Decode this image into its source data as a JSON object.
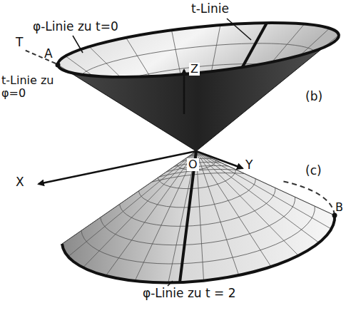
{
  "diagram": {
    "labels": [
      "t-Linie",
      "φ-Linie zu t=0",
      "A",
      "T",
      "t-Linie zu φ=0",
      "Z",
      "(b)",
      "O",
      "Y",
      "(c)",
      "X",
      "B",
      "φ-Linie zu t = 2"
    ]
  }
}
